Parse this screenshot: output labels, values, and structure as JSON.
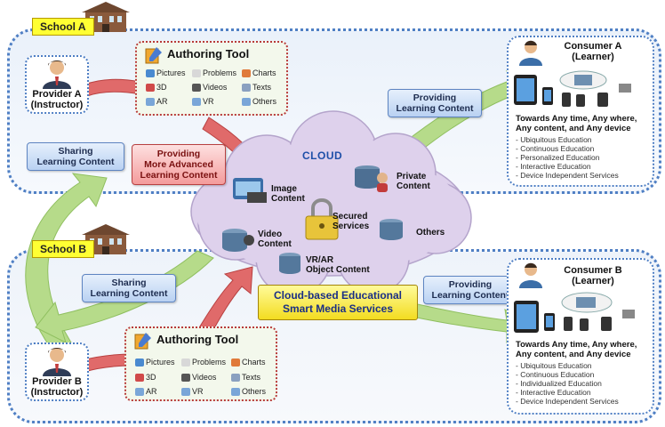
{
  "school_a": {
    "label": "School A"
  },
  "school_b": {
    "label": "School B"
  },
  "provider_a": {
    "line1": "Provider A",
    "line2": "(Instructor)"
  },
  "provider_b": {
    "line1": "Provider B",
    "line2": "(Instructor)"
  },
  "authoring_tool_a": {
    "title": "Authoring Tool",
    "items": [
      "Pictures",
      "Problems",
      "Charts",
      "3D",
      "Videos",
      "Texts",
      "AR",
      "VR",
      "Others"
    ]
  },
  "authoring_tool_b": {
    "title": "Authoring Tool",
    "items": [
      "Pictures",
      "Problems",
      "Charts",
      "3D",
      "Videos",
      "Texts",
      "AR",
      "VR",
      "Others"
    ]
  },
  "sharing_a": {
    "line1": "Sharing",
    "line2": "Learning Content"
  },
  "sharing_b": {
    "line1": "Sharing",
    "line2": "Learning Content"
  },
  "providing_advanced": {
    "line1": "Providing",
    "line2": "More Advanced",
    "line3": "Learning Content"
  },
  "providing_a": {
    "line1": "Providing",
    "line2": "Learning Content"
  },
  "providing_b": {
    "line1": "Providing",
    "line2": "Learning Content"
  },
  "cloud": {
    "title": "CLOUD",
    "image_content": {
      "line1": "Image",
      "line2": "Content"
    },
    "private_content": {
      "line1": "Private",
      "line2": "Content"
    },
    "secured_services": {
      "line1": "Secured",
      "line2": "Services"
    },
    "others": "Others",
    "video_content": {
      "line1": "Video",
      "line2": "Content"
    },
    "vrar_content": {
      "line1": "VR/AR",
      "line2": "Object Content"
    }
  },
  "service_banner": {
    "line1": "Cloud-based Educational",
    "line2": "Smart Media Services"
  },
  "consumer_a": {
    "line1": "Consumer A",
    "line2": "(Learner)",
    "towards": [
      "Towards Any time, Any where,",
      "Any content, and Any device"
    ],
    "list": [
      "- Ubiquitous Education",
      "- Continuous Education",
      "- Personalized Education",
      "- Interactive Education",
      "- Device Independent Services"
    ]
  },
  "consumer_b": {
    "line1": "Consumer B",
    "line2": "(Learner)",
    "towards": [
      "Towards Any time, Any where,",
      "Any content, and Any device"
    ],
    "list": [
      "- Ubiquitous Education",
      "- Continuous Education",
      "- Individualized Education",
      "- Interactive Education",
      "- Device Independent Services"
    ]
  },
  "colors": {
    "red_arrow": "#e06a6a",
    "green_arrow": "#b6db8a",
    "cloud_fill": "#ded1ec",
    "zone_border": "#4f7fc4",
    "banner": "#f3dc20"
  }
}
